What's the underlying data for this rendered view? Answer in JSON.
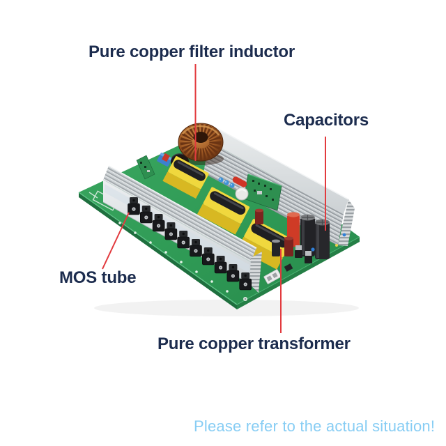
{
  "annotations": {
    "filter_inductor": {
      "label": "Pure copper filter inductor"
    },
    "capacitors": {
      "label": "Capacitors"
    },
    "mos_tube": {
      "label": "MOS tube"
    },
    "transformer": {
      "label": "Pure copper transformer"
    }
  },
  "footer": {
    "note": "Please refer to the actual situation!"
  },
  "colors": {
    "label_text": "#1c2c4e",
    "callout_line": "#e23a3e",
    "footer_note": "#87cdf4",
    "background": "#ffffff",
    "pcb_green": "#2f9a55",
    "pcb_edge_dark": "#1e6f3e",
    "heatsink_gray": "#ccd1d4",
    "transformer_yellow": "#eed23a",
    "transformer_coil_black": "#1f1f22",
    "inductor_copper": "#a05a24",
    "capacitor_black": "#26262a",
    "red_component": "#cf3b26",
    "mos_tube_black": "#17181b"
  }
}
